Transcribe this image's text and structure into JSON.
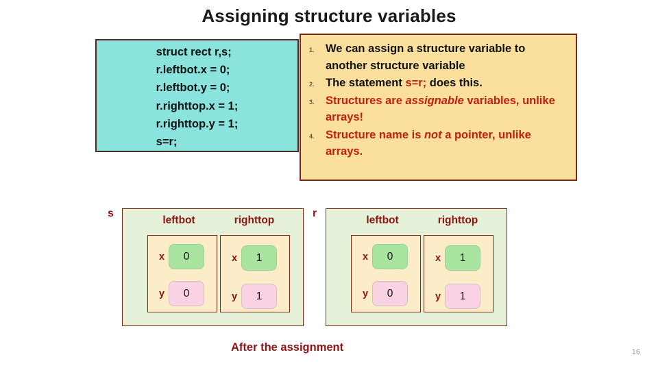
{
  "slide": {
    "title": "Assigning structure variables",
    "caption": "After the assignment",
    "page_number": "16"
  },
  "code_block": {
    "lines": [
      "struct rect r,s;",
      "r.leftbot.x = 0;",
      "r.leftbot.y = 0;",
      "r.righttop.x = 1;",
      "r.righttop.y = 1;",
      "s=r;"
    ]
  },
  "notes": {
    "items": [
      {
        "num": "1.",
        "parts": [
          {
            "text": "We can assign a structure variable to another structure variable",
            "style": "plain"
          }
        ]
      },
      {
        "num": "2.",
        "parts": [
          {
            "text": "The statement ",
            "style": "plain"
          },
          {
            "text": "s=r;",
            "style": "accent"
          },
          {
            "text": " does this.",
            "style": "plain"
          }
        ]
      },
      {
        "num": "3.",
        "parts": [
          {
            "text": "Structures are ",
            "style": "red"
          },
          {
            "text": "assignable",
            "style": "red-italic"
          },
          {
            "text": " variables, unlike arrays!",
            "style": "red"
          }
        ]
      },
      {
        "num": "4.",
        "parts": [
          {
            "text": "Structure name is ",
            "style": "red"
          },
          {
            "text": "not",
            "style": "red-italic"
          },
          {
            "text": " a pointer, unlike arrays.",
            "style": "red"
          }
        ]
      }
    ]
  },
  "diagrams": [
    {
      "name": "s",
      "members": [
        {
          "label": "leftbot",
          "fields": [
            {
              "key": "x",
              "value": "0",
              "color": "green"
            },
            {
              "key": "y",
              "value": "0",
              "color": "pink"
            }
          ]
        },
        {
          "label": "righttop",
          "fields": [
            {
              "key": "x",
              "value": "1",
              "color": "green"
            },
            {
              "key": "y",
              "value": "1",
              "color": "pink"
            }
          ]
        }
      ]
    },
    {
      "name": "r",
      "members": [
        {
          "label": "leftbot",
          "fields": [
            {
              "key": "x",
              "value": "0",
              "color": "green"
            },
            {
              "key": "y",
              "value": "0",
              "color": "pink"
            }
          ]
        },
        {
          "label": "righttop",
          "fields": [
            {
              "key": "x",
              "value": "1",
              "color": "green"
            },
            {
              "key": "y",
              "value": "1",
              "color": "pink"
            }
          ]
        }
      ]
    }
  ],
  "colors": {
    "code_bg": "#8ae3dc",
    "notes_bg": "#fbdf9d",
    "struct_bg": "#e5f2d9",
    "member_bg": "#fcecc8",
    "value_green": "#a9e5a0",
    "value_pink": "#f9d3e3",
    "accent_red": "#c0200f",
    "label_red": "#8e1414",
    "border": "#7d2b10"
  }
}
